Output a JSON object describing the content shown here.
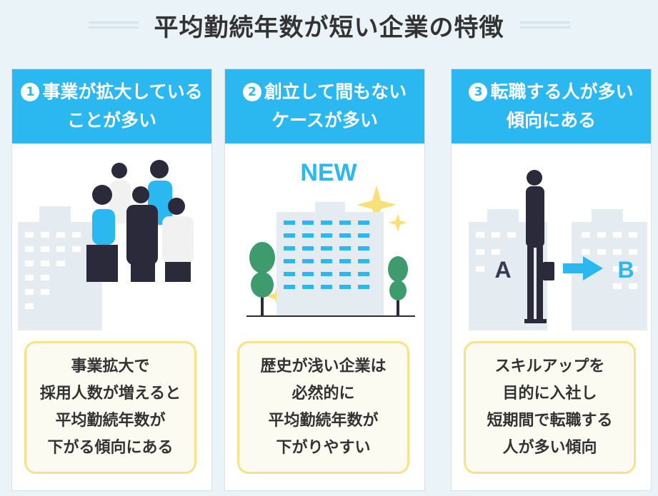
{
  "title": "平均勤続年数が短い企業の特徴",
  "colors": {
    "accent": "#2bb7ef",
    "desc_border": "#f7e28a",
    "dark": "#2b2a3a"
  },
  "cards": [
    {
      "number": "1",
      "header_lines": [
        "事業が拡大している",
        "ことが多い"
      ],
      "desc_lines": [
        "事業拡大で",
        "採用人数が増えると",
        "平均勤続年数が",
        "下がる傾向にある"
      ]
    },
    {
      "number": "2",
      "header_lines": [
        "創立して間もない",
        "ケースが多い"
      ],
      "new_label": "NEW",
      "desc_lines": [
        "歴史が浅い企業は",
        "必然的に",
        "平均勤続年数が",
        "下がりやすい"
      ]
    },
    {
      "number": "3",
      "header_lines": [
        "転職する人が多い",
        "傾向にある"
      ],
      "label_a": "A",
      "label_b": "B",
      "desc_lines": [
        "スキルアップを",
        "目的に入社し",
        "短期間で転職する",
        "人が多い傾向"
      ]
    }
  ]
}
